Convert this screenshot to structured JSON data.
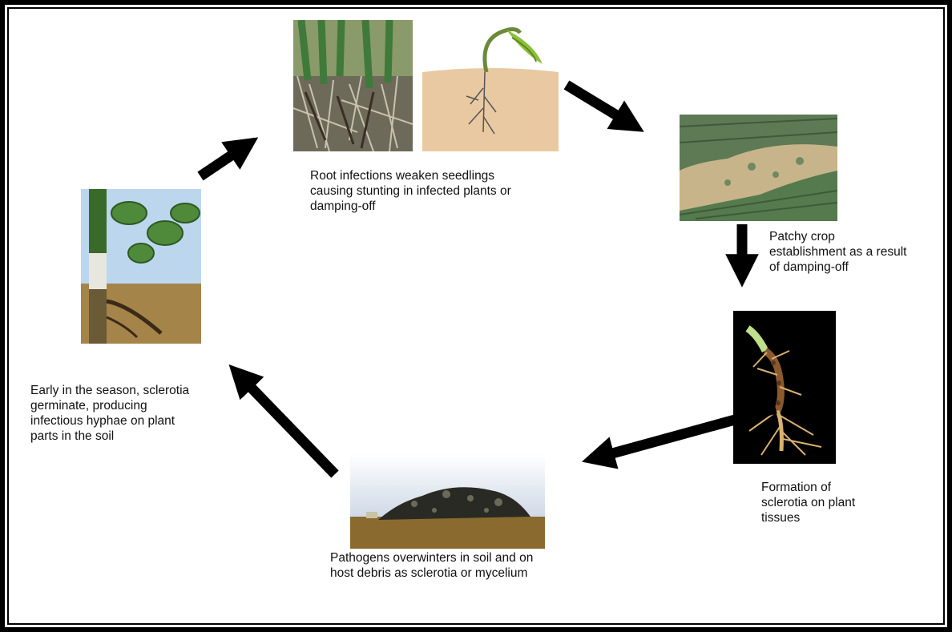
{
  "diagram": {
    "stages": [
      {
        "id": "root-infection",
        "caption_lines": [
          "Root infections weaken seedlings",
          "causing stunting in infected plants or",
          "damping-off"
        ]
      },
      {
        "id": "patchy-crop",
        "caption_lines": [
          "Patchy crop",
          "establishment as a result",
          "of damping-off"
        ]
      },
      {
        "id": "sclerotia-formation",
        "caption_lines": [
          "Formation of",
          "sclerotia on plant",
          "tissues"
        ]
      },
      {
        "id": "overwintering",
        "caption_lines": [
          "Pathogens overwinters in soil and on",
          "host debris as sclerotia or mycelium"
        ]
      },
      {
        "id": "germination",
        "caption_lines": [
          "Early in the season, sclerotia",
          "germinate, producing",
          "infectious hyphae on plant",
          "parts in the soil"
        ]
      }
    ],
    "colors": {
      "frame": "#000000",
      "arrow": "#000000",
      "text": "#111111"
    }
  }
}
